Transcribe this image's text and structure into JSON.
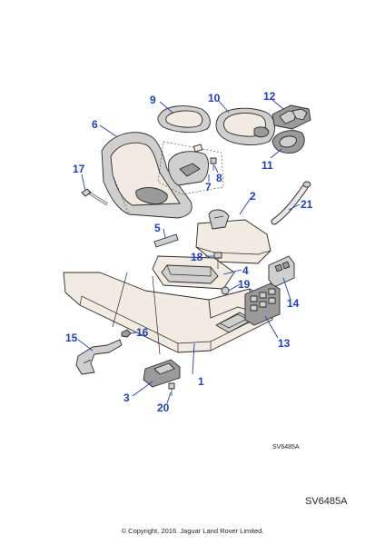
{
  "diagram": {
    "callouts": [
      "1",
      "2",
      "3",
      "4",
      "5",
      "6",
      "7",
      "8",
      "9",
      "10",
      "11",
      "12",
      "13",
      "14",
      "15",
      "16",
      "17",
      "18",
      "19",
      "20",
      "21"
    ],
    "ref_code_small": "SV6485A",
    "ref_code_large": "SV6485A",
    "copyright": "© Copyright, 2016. Jaguar Land Rover Limited."
  }
}
